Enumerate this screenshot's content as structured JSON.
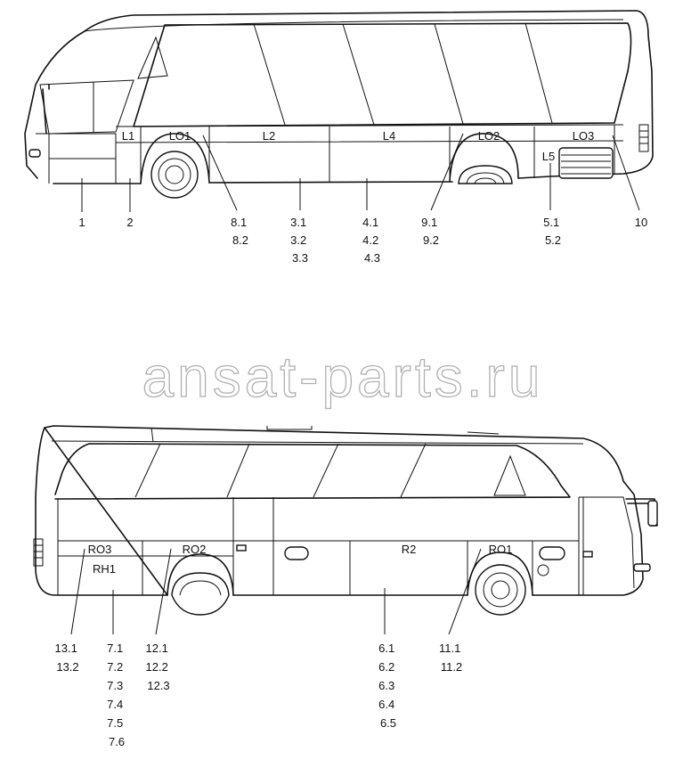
{
  "watermark": "ansat-parts.ru",
  "left_view": {
    "zones": {
      "L1": "L1",
      "LO1": "LO1",
      "L2": "L2",
      "L4": "L4",
      "LO2": "LO2",
      "LO3": "LO3",
      "L5": "L5"
    },
    "callouts": {
      "c1": [
        "1"
      ],
      "c2": [
        "2"
      ],
      "c8": [
        "8.1",
        "8.2"
      ],
      "c3": [
        "3.1",
        "3.2",
        "3.3"
      ],
      "c4": [
        "4.1",
        "4.2",
        "4.3"
      ],
      "c9": [
        "9.1",
        "9.2"
      ],
      "c5": [
        "5.1",
        "5.2"
      ],
      "c10": [
        "10"
      ]
    }
  },
  "right_view": {
    "zones": {
      "RO3": "RO3",
      "RH1": "RH1",
      "RO2": "RO2",
      "R2": "R2",
      "RO1": "RO1"
    },
    "callouts": {
      "c13": [
        "13.1",
        "13.2"
      ],
      "c7": [
        "7.1",
        "7.2",
        "7.3",
        "7.4",
        "7.5",
        "7.6"
      ],
      "c12": [
        "12.1",
        "12.2",
        "12.3"
      ],
      "c6": [
        "6.1",
        "6.2",
        "6.3",
        "6.4",
        "6.5"
      ],
      "c11": [
        "11.1",
        "11.2"
      ]
    }
  }
}
